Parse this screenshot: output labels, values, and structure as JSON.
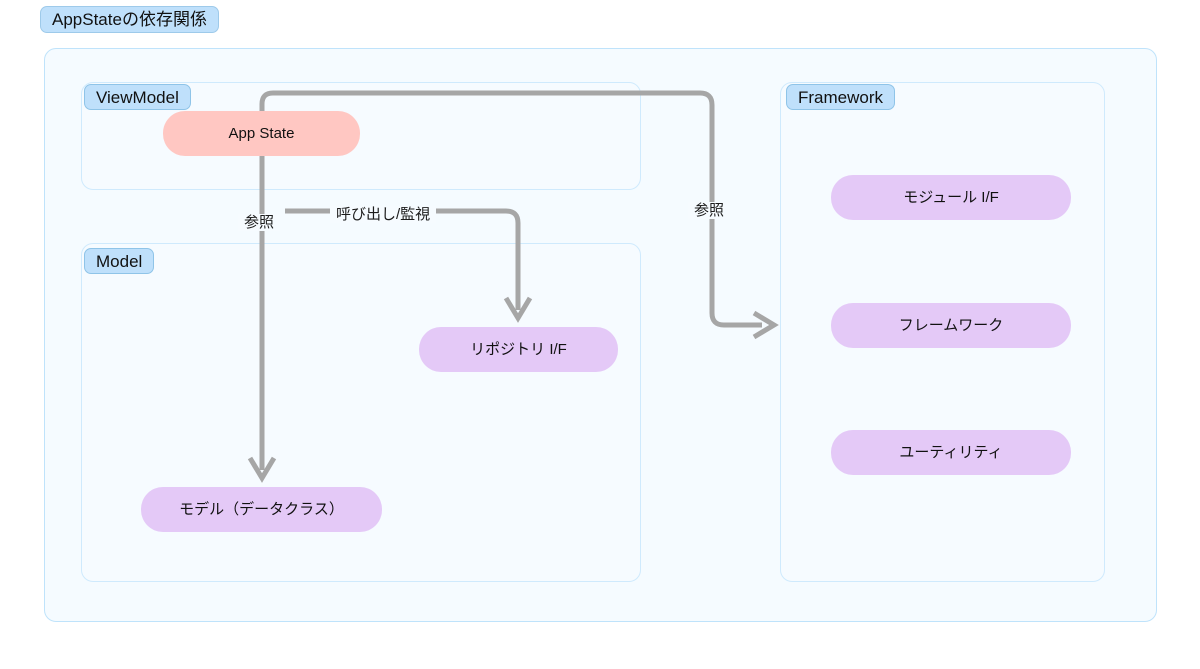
{
  "diagram": {
    "title": "AppStateの依存関係",
    "type": "flowchart",
    "colors": {
      "container_bg": "#f5fbff",
      "container_border": "#bfe3fb",
      "chip_bg": "#bfe0fb",
      "chip_border": "#8fc4e8",
      "state_node": "#ffc7c2",
      "interface_node": "#e4c9f7",
      "edge": "#a6a6a6",
      "text": "#111111"
    }
  },
  "subgraphs": [
    {
      "id": "viewmodel",
      "label": "ViewModel"
    },
    {
      "id": "model",
      "label": "Model"
    },
    {
      "id": "framework",
      "label": "Framework"
    }
  ],
  "nodes": [
    {
      "id": "app-state",
      "label": "App State",
      "group": "viewmodel",
      "style": "state"
    },
    {
      "id": "repository",
      "label": "リポジトリ I/F",
      "group": "model",
      "style": "interface"
    },
    {
      "id": "model-data",
      "label": "モデル（データクラス）",
      "group": "model",
      "style": "interface"
    },
    {
      "id": "module-if",
      "label": "モジュール I/F",
      "group": "framework",
      "style": "interface"
    },
    {
      "id": "framework",
      "label": "フレームワーク",
      "group": "framework",
      "style": "interface"
    },
    {
      "id": "utility",
      "label": "ユーティリティ",
      "group": "framework",
      "style": "interface"
    }
  ],
  "edges": [
    {
      "id": "e1",
      "from": "app-state",
      "to": "model-data",
      "label": "参照"
    },
    {
      "id": "e2",
      "from": "app-state",
      "to": "repository",
      "label": "呼び出し/監視"
    },
    {
      "id": "e3",
      "from": "app-state",
      "to": "framework",
      "label": "参照"
    }
  ]
}
